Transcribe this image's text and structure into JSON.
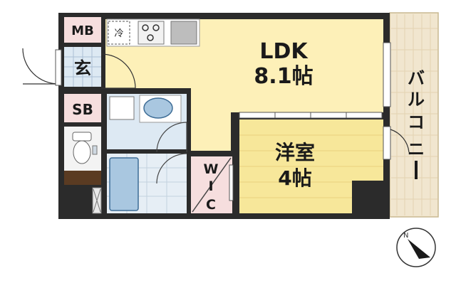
{
  "rooms": {
    "ldk": {
      "name": "LDK",
      "size": "8.1帖"
    },
    "western": {
      "name": "洋室",
      "size": "4帖"
    },
    "mb": {
      "name": "MB"
    },
    "entrance": {
      "name": "玄"
    },
    "sb": {
      "name": "SB"
    },
    "wic": {
      "line1": "W",
      "line2": "I",
      "line3": "C"
    },
    "balcony": {
      "chars": [
        "バ",
        "ル",
        "コ",
        "ニ",
        "ー"
      ]
    }
  },
  "fridge": {
    "label": "冷"
  },
  "colors": {
    "wall": "#2b2b2b",
    "ldk_floor": "#fdf0b8",
    "western_floor": "#f7e79a",
    "wet_area": "#dde9f3",
    "storage_pink": "#f6dede",
    "balcony": "#f1e6cf",
    "toilet_floor": "#5a3b22"
  },
  "compass": {
    "icon": "north-arrow-icon"
  }
}
